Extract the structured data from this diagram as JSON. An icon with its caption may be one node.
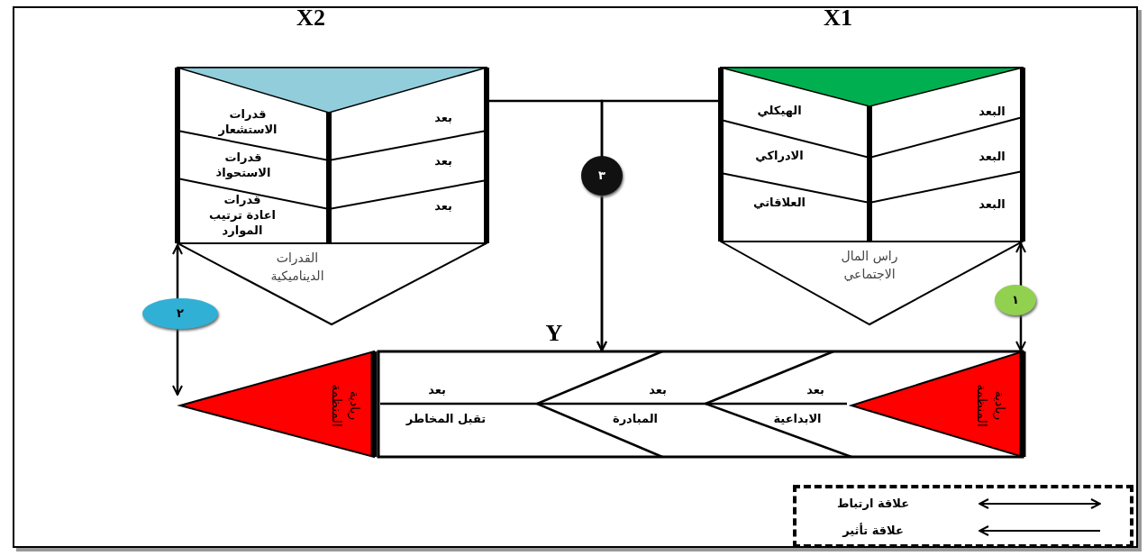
{
  "diagram": {
    "nodes": [
      {
        "text": [
          "X2",
          "القدرات الديناميكية"
        ]
      },
      {
        "text": [
          "بعد",
          "قدرات الاستشعار"
        ],
        "in": 0
      },
      {
        "text": [
          "بعد",
          "قدرات الاستحواذ"
        ],
        "in": 0
      },
      {
        "text": [
          "بعد",
          "قدرات اعادة ترتيب الموارد"
        ],
        "in": 0
      },
      {
        "text": [
          "X1",
          "راس المال الاجتماعي"
        ]
      },
      {
        "text": [
          "البعد",
          "الهيكلي"
        ],
        "in": 4
      },
      {
        "text": [
          "البعد",
          "الادراكي"
        ],
        "in": 4
      },
      {
        "text": [
          "البعد",
          "العلاقاتي"
        ],
        "in": 4
      },
      {
        "text": [
          "Y"
        ]
      },
      {
        "text": [
          "ريادية المنظمة"
        ],
        "in": 8
      },
      {
        "text": [
          "بعد",
          "الابداعية"
        ],
        "in": 8
      },
      {
        "text": [
          "بعد",
          "المبادرة"
        ],
        "in": 8
      },
      {
        "text": [
          "بعد",
          "تقبل المخاطر"
        ],
        "in": 8
      },
      {
        "text": [
          "ريادية المنظمة"
        ]
      }
    ],
    "edges": [
      {
        "from": 4,
        "to": 8,
        "arrow": "both",
        "label": "١"
      },
      {
        "from": 0,
        "to": 13,
        "arrow": "both",
        "label": "٢"
      },
      {
        "from": 0,
        "to": 8,
        "arrow": "to",
        "label": "٣"
      },
      {
        "from": 4,
        "to": 8,
        "arrow": "to"
      }
    ],
    "legend": [
      {
        "text": "علاقة ارتباط"
      },
      {
        "text": "علاقة تأثير"
      }
    ]
  }
}
